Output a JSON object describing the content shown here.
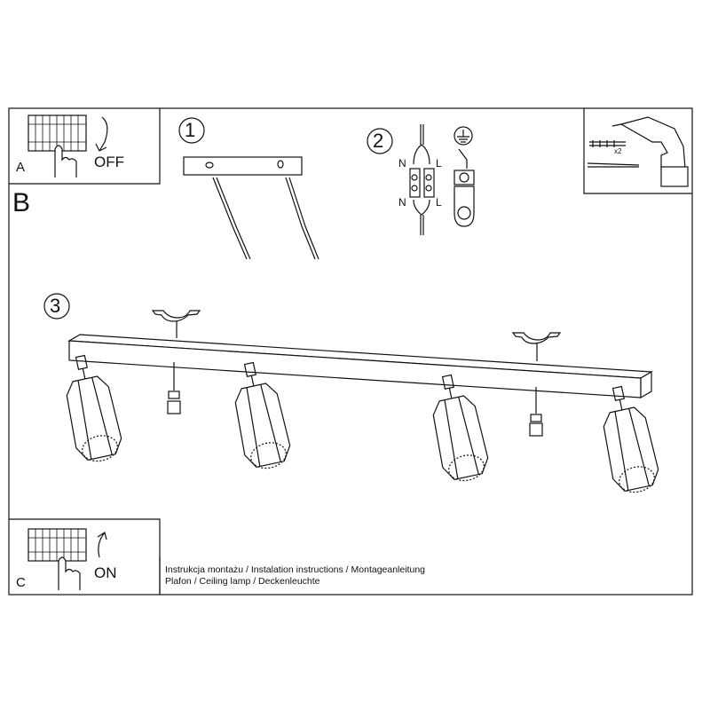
{
  "sections": {
    "a": {
      "label": "A",
      "action": "OFF"
    },
    "b": {
      "label": "B"
    },
    "c": {
      "label": "C",
      "action": "ON"
    }
  },
  "steps": [
    {
      "number": "1"
    },
    {
      "number": "2",
      "wire_labels": [
        "N",
        "L",
        "N",
        "L"
      ]
    },
    {
      "number": "3"
    }
  ],
  "tools": {
    "quantity": "x2"
  },
  "info": {
    "line1": "Instrukcja montażu / Instalation instructions / Montageanleitung",
    "line2": "Plafon / Ceiling lamp / Deckenleuchte"
  }
}
